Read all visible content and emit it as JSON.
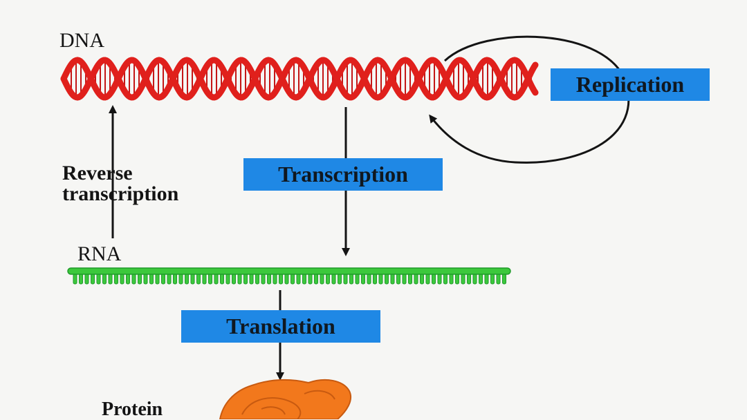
{
  "labels": {
    "dna": "DNA",
    "rna": "RNA",
    "reverse_transcription": "Reverse\ntranscription",
    "protein": "Protein"
  },
  "processes": {
    "replication": "Replication",
    "transcription": "Transcription",
    "translation": "Translation"
  },
  "colors": {
    "dna_strand": "#e0201c",
    "dna_rung": "#c41616",
    "rna_backbone": "#3cc83c",
    "rna_base": "#1f9a2a",
    "process_box": "#1f88e5",
    "protein": "#f2781c",
    "arrow": "#141414"
  }
}
